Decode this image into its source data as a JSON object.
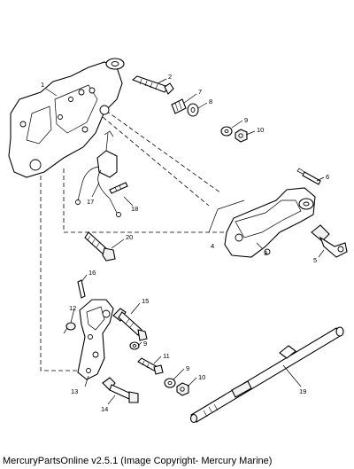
{
  "footer": {
    "text": "MercuryPartsOnline v2.5.1 (Image Copyright- Mercury Marine)"
  },
  "callouts": [
    "1",
    "2",
    "3",
    "4",
    "5",
    "6",
    "7",
    "8",
    "9",
    "10",
    "11",
    "12",
    "13",
    "14",
    "15",
    "16",
    "17",
    "18",
    "19",
    "20",
    "9",
    "10"
  ]
}
